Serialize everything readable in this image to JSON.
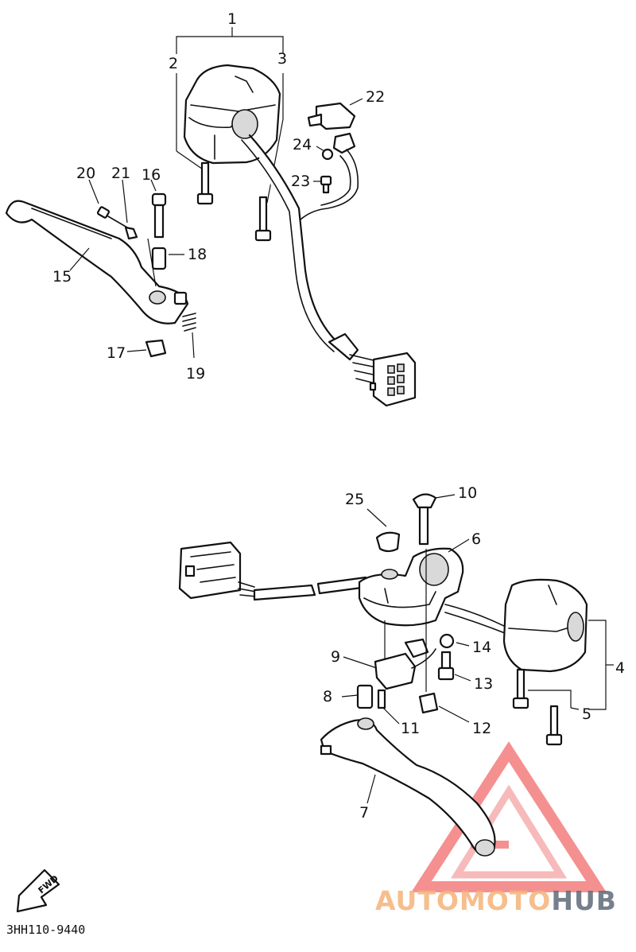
{
  "diagram": {
    "drawing_code": "3HH110-9440",
    "fwd_label": "FWD",
    "callouts": {
      "c1": "1",
      "c2": "2",
      "c3": "3",
      "c4": "4",
      "c5": "5",
      "c6": "6",
      "c7": "7",
      "c8": "8",
      "c9": "9",
      "c10": "10",
      "c11": "11",
      "c12": "12",
      "c13": "13",
      "c14": "14",
      "c15": "15",
      "c16": "16",
      "c17": "17",
      "c18": "18",
      "c19": "19",
      "c20": "20",
      "c21": "21",
      "c22": "22",
      "c23": "23",
      "c24": "24",
      "c25": "25"
    }
  },
  "watermark": {
    "part1": "AUTOMOTO",
    "part2": "HUB",
    "color_primary": "#f26b6b",
    "color_secondary": "#f5b37a",
    "color_hub": "#5f6b78"
  }
}
